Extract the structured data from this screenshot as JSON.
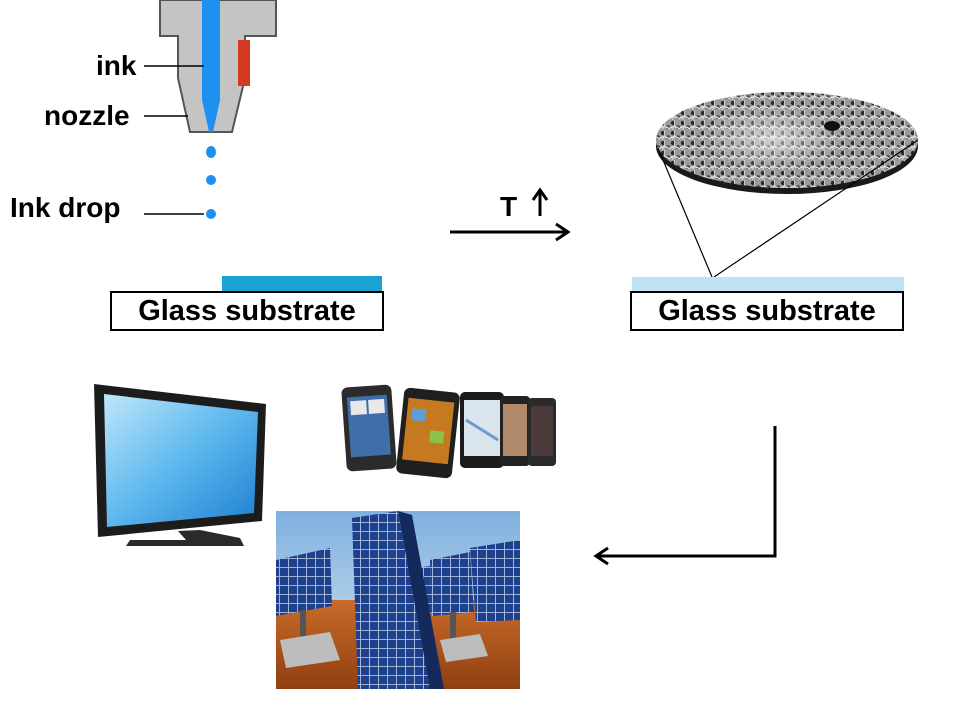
{
  "labels": {
    "ink": "ink",
    "nozzle": "nozzle",
    "ink_drop": "Ink drop",
    "temperature": "T"
  },
  "substrates": {
    "left": "Glass substrate",
    "right": "Glass substrate"
  },
  "icons": {
    "nozzle": "inkjet-nozzle-icon",
    "tv": "flat-tv-icon",
    "phones": "smartphones-icon",
    "solar": "solar-panels-icon",
    "film": "film-micrograph-icon"
  },
  "colors": {
    "ink": "#1e90f0",
    "printed_layer": "#1aa3d1",
    "annealed_layer": "#bfe3f2",
    "nozzle_body": "#bcbcbc",
    "heater": "#d33a1f"
  }
}
